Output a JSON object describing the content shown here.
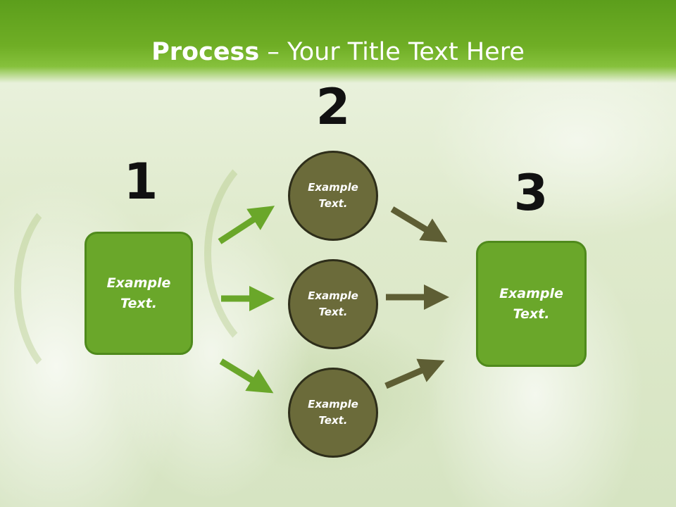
{
  "title": {
    "bold": "Process",
    "rest": " – Your Title Text Here"
  },
  "steps": {
    "one": "1",
    "two": "2",
    "three": "3"
  },
  "box_left": "Example Text.",
  "box_right": "Example Text.",
  "circles": [
    "Example Text.",
    "Example Text.",
    "Example Text."
  ],
  "colors": {
    "header_green": "#6fae25",
    "box_green": "#6aa72a",
    "circle_olive": "#6b6b3a",
    "arrow_green": "#6aa72a",
    "arrow_olive": "#5e5e34"
  }
}
